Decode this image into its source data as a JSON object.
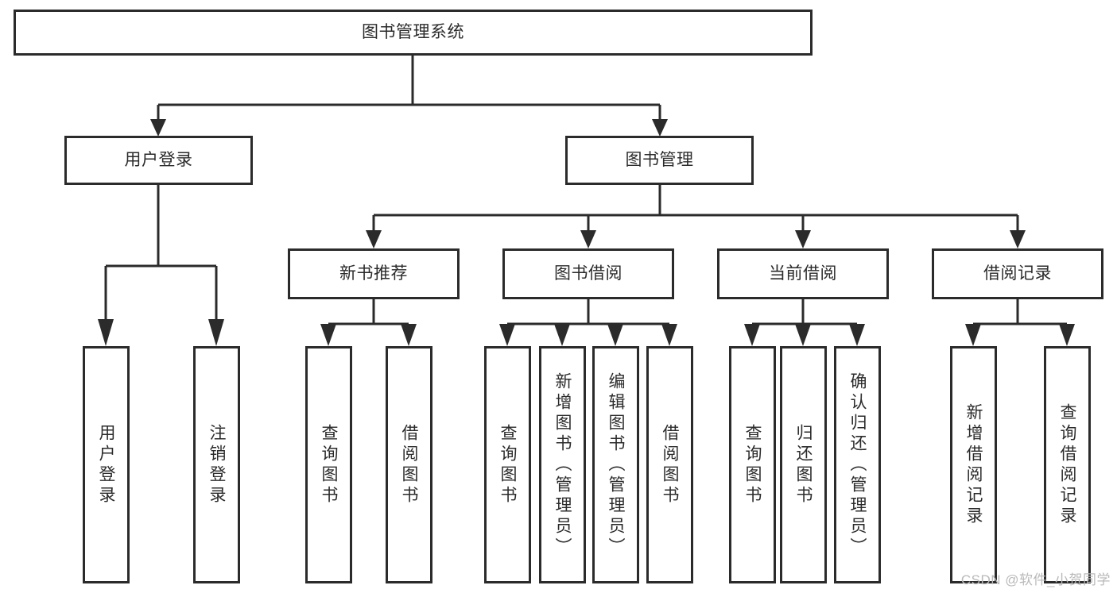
{
  "diagram": {
    "type": "tree",
    "title": "图书管理系统",
    "root": {
      "id": "root",
      "label": "图书管理系统",
      "orientation": "horizontal"
    },
    "level2": [
      {
        "id": "user-login",
        "label": "用户登录",
        "orientation": "horizontal"
      },
      {
        "id": "book-manage",
        "label": "图书管理",
        "orientation": "horizontal"
      }
    ],
    "level3": [
      {
        "id": "new-book-recommend",
        "label": "新书推荐",
        "orientation": "horizontal",
        "parent": "book-manage"
      },
      {
        "id": "book-borrow",
        "label": "图书借阅",
        "orientation": "horizontal",
        "parent": "book-manage"
      },
      {
        "id": "current-borrow",
        "label": "当前借阅",
        "orientation": "horizontal",
        "parent": "book-manage"
      },
      {
        "id": "borrow-record",
        "label": "借阅记录",
        "orientation": "horizontal",
        "parent": "book-manage"
      }
    ],
    "leaves": [
      {
        "id": "leaf-user-login",
        "label": "用户登录",
        "orientation": "vertical",
        "parent": "user-login"
      },
      {
        "id": "leaf-logout",
        "label": "注销登录",
        "orientation": "vertical",
        "parent": "user-login"
      },
      {
        "id": "leaf-query-book-1",
        "label": "查询图书",
        "orientation": "vertical",
        "parent": "new-book-recommend"
      },
      {
        "id": "leaf-borrow-book-1",
        "label": "借阅图书",
        "orientation": "vertical",
        "parent": "new-book-recommend"
      },
      {
        "id": "leaf-query-book-2",
        "label": "查询图书",
        "orientation": "vertical",
        "parent": "book-borrow"
      },
      {
        "id": "leaf-add-book",
        "label": "新增图书（管理员）",
        "orientation": "vertical",
        "parent": "book-borrow"
      },
      {
        "id": "leaf-edit-book",
        "label": "编辑图书（管理员）",
        "orientation": "vertical",
        "parent": "book-borrow"
      },
      {
        "id": "leaf-borrow-book-2",
        "label": "借阅图书",
        "orientation": "vertical",
        "parent": "book-borrow"
      },
      {
        "id": "leaf-query-book-3",
        "label": "查询图书",
        "orientation": "vertical",
        "parent": "current-borrow"
      },
      {
        "id": "leaf-return-book",
        "label": "归还图书",
        "orientation": "vertical",
        "parent": "current-borrow"
      },
      {
        "id": "leaf-confirm-return",
        "label": "确认归还（管理员）",
        "orientation": "vertical",
        "parent": "current-borrow"
      },
      {
        "id": "leaf-add-record",
        "label": "新增借阅记录",
        "orientation": "vertical",
        "parent": "borrow-record"
      },
      {
        "id": "leaf-query-record",
        "label": "查询借阅记录",
        "orientation": "vertical",
        "parent": "borrow-record"
      }
    ]
  },
  "watermark": {
    "text": "CSDN @软件_小贺同学"
  },
  "colors": {
    "stroke": "#2b2b2b",
    "background": "#ffffff",
    "watermark": "#b9b9b9"
  }
}
